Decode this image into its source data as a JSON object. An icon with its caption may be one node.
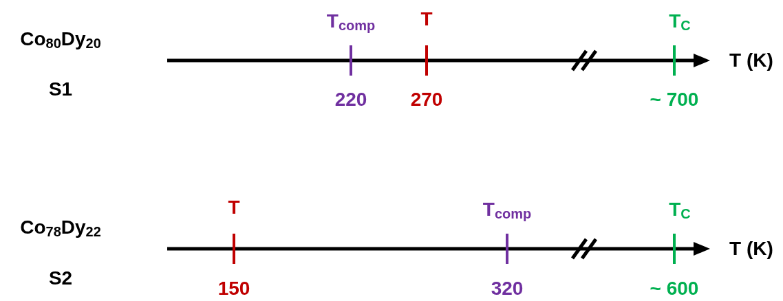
{
  "diagram": {
    "labels": [
      "Co$_{80}$Dy$_{20}$",
      "S1",
      "T$_{comp}$",
      "T",
      "T$_{C}$",
      "T (K)",
      "220",
      "270",
      "~ 700",
      "T",
      "T$_{comp}$",
      "T$_{C}$",
      "Co$_{78}$Dy$_{22}$",
      "T (K)",
      "S2",
      "150",
      "320",
      "~ 600"
    ]
  }
}
